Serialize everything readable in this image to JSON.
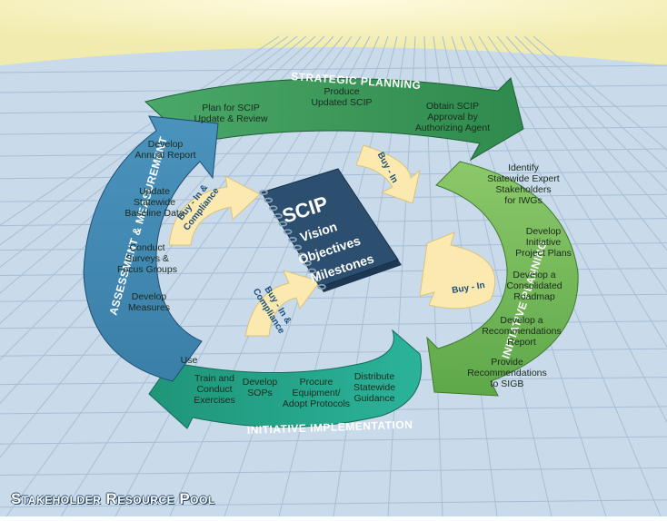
{
  "book": {
    "title": "SCIP",
    "items": [
      "Vision",
      "Objectives",
      "Milestones"
    ]
  },
  "strategic": {
    "title": "STRATEGIC PLANNING",
    "items": [
      [
        "Plan for SCIP",
        "Update & Review"
      ],
      [
        "Produce",
        "Updated SCIP"
      ],
      [
        "Obtain SCIP",
        "Approval by",
        "Authorizing Agent"
      ]
    ]
  },
  "initiative_planning": {
    "title": "INITIATIVE PLANNING",
    "items": [
      [
        "Identify",
        "Statewide Expert",
        "Stakeholders",
        "for IWGs"
      ],
      [
        "Develop",
        "Initiative",
        "Project Plans"
      ],
      [
        "Develop a",
        "Consolidated",
        "Roadmap"
      ],
      [
        "Develop a",
        "Recommendations",
        "Report"
      ],
      [
        "Provide",
        "Recommendations",
        "to SIGB"
      ]
    ]
  },
  "implementation": {
    "title": "INITIATIVE IMPLEMENTATION",
    "items": [
      [
        "Use"
      ],
      [
        "Train and",
        "Conduct",
        "Exercises"
      ],
      [
        "Develop",
        "SOPs"
      ],
      [
        "Procure",
        "Equipment/",
        "Adopt Protocols"
      ],
      [
        "Distribute",
        "Statewide",
        "Guidance"
      ]
    ]
  },
  "assessment": {
    "title": "ASSESSMENT & MEASUREMENT",
    "items": [
      [
        "Develop",
        "Annual Report"
      ],
      [
        "Update",
        "Statewide",
        "Baseline Data"
      ],
      [
        "Conduct",
        "Surveys &",
        "Focus Groups"
      ],
      [
        "Develop",
        "Measures"
      ]
    ]
  },
  "inner_arrows": {
    "top_right": "Buy - In",
    "right": "Buy - In",
    "top_left": [
      "Buy - In &",
      "Compliance"
    ],
    "bottom_left": [
      "Buy - In &",
      "Compliance"
    ]
  },
  "footer": "Stakeholder Resource Pool",
  "colors": {
    "sky": "#f7f3c4",
    "ground": "#c9daea",
    "grid": "#a9c2d9",
    "strategic": "#3f9a5c",
    "planning": "#7dbb5b",
    "implementation": "#2aa78f",
    "assessment": "#3f86b0",
    "book": "#2c4f6f",
    "buy_in": "#fbe9b0"
  }
}
